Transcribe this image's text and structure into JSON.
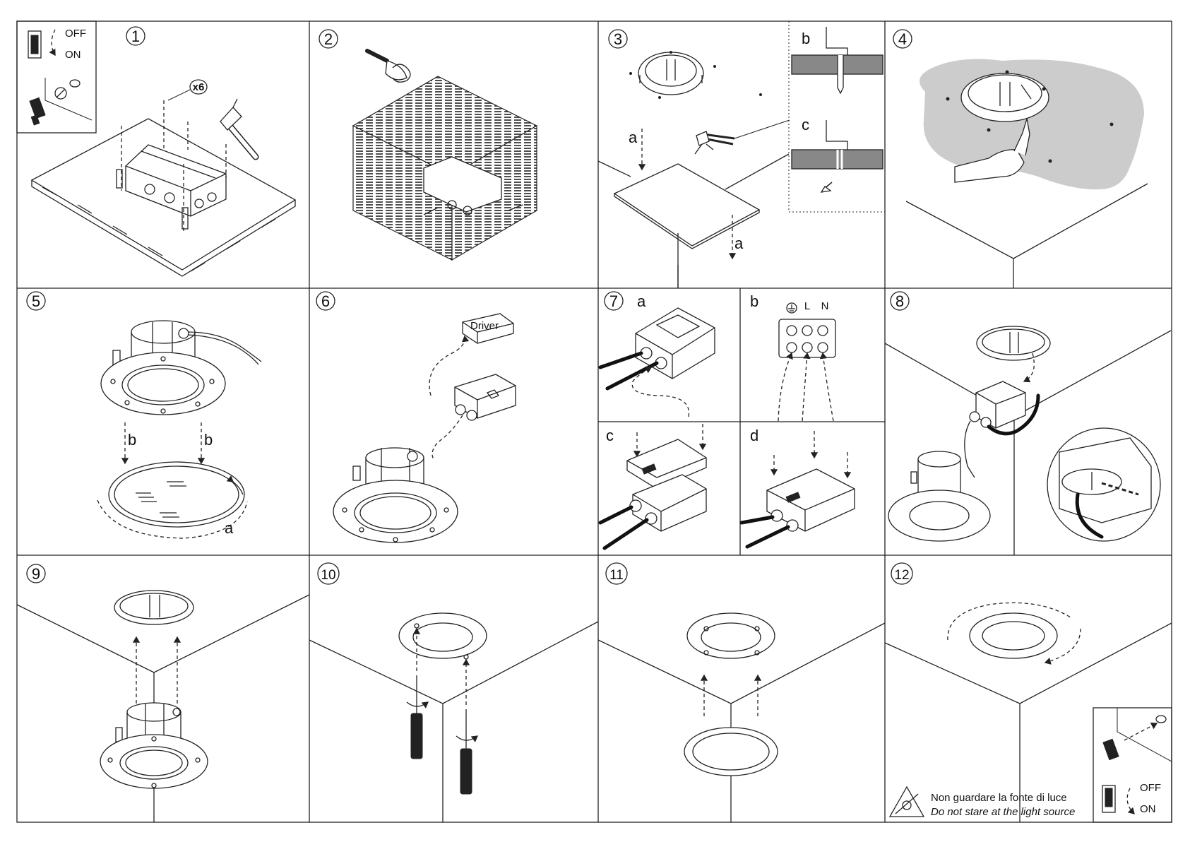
{
  "document": {
    "steps": [
      {
        "number": "1",
        "labels": [
          "OFF",
          "ON",
          "x6"
        ]
      },
      {
        "number": "2",
        "labels": []
      },
      {
        "number": "3",
        "labels": [
          "a",
          "a",
          "b",
          "c"
        ]
      },
      {
        "number": "4",
        "labels": []
      },
      {
        "number": "5",
        "labels": [
          "b",
          "b",
          "a"
        ]
      },
      {
        "number": "6",
        "labels": [
          "Driver"
        ]
      },
      {
        "number": "7",
        "labels": [
          "a",
          "b",
          "c",
          "d"
        ]
      },
      {
        "number": "8",
        "labels": []
      },
      {
        "number": "9",
        "labels": []
      },
      {
        "number": "10",
        "labels": []
      },
      {
        "number": "11",
        "labels": []
      },
      {
        "number": "12",
        "labels": [
          "OFF",
          "ON"
        ]
      }
    ],
    "terminal_labels": [
      "L",
      "N"
    ],
    "warning": {
      "line1": "Non guardare la fonte di luce",
      "line2": "Do not stare at the light source"
    }
  },
  "icons": [
    "power-switch-icon",
    "plug-icon",
    "prohibited-icon",
    "hammer-icon",
    "nail-icon",
    "screwdriver-icon",
    "pliers-icon",
    "trowel-icon",
    "ground-symbol-icon",
    "warning-triangle-icon"
  ]
}
